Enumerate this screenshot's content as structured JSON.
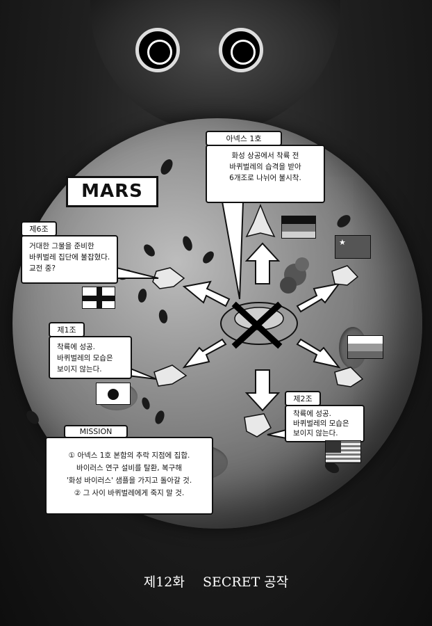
{
  "heading": {
    "mars_label": "MARS",
    "chapter": "제12화",
    "chapter_title": "SECRET 공작"
  },
  "callouts": {
    "annex": {
      "tag": "아넥스 1호",
      "lines": [
        "화성 상공에서 착륙 전",
        "바퀴벌레의 습격을 받아",
        "6개조로 나뉘어 불시착."
      ]
    },
    "team6": {
      "tag": "제6조",
      "lines": [
        "거대한 그물을 준비한",
        "바퀴벌레 집단에 불잡혔다.",
        "교전 중?"
      ]
    },
    "team1": {
      "tag": "제1조",
      "lines": [
        "착륙에 성공.",
        "바퀴벌레의 모습은",
        "보이지 않는다."
      ]
    },
    "team2": {
      "tag": "제2조",
      "lines": [
        "착륙에 성공.",
        "바퀴벌레의 모습은",
        "보이지 않는다."
      ]
    },
    "mission": {
      "tag": "MISSION",
      "lines": [
        "① 아넥스 1호 본함의 추락 지점에 집합.",
        "바이러스 연구 설비를 탈환, 복구해",
        "'화성 바이러스' 샘플을 가지고 돌아갈 것.",
        "② 그 사이 바퀴벌레에게 죽지 말 것."
      ]
    }
  },
  "flags": {
    "germany": [
      "#111111",
      "#777777",
      "#d0d0d0"
    ],
    "china": "#555555",
    "russia": [
      "#ffffff",
      "#999999",
      "#666666"
    ],
    "japan_disc": "#111111"
  },
  "colors": {
    "background": "#1c1c1c",
    "panel": "#ffffff",
    "ink": "#111111"
  }
}
